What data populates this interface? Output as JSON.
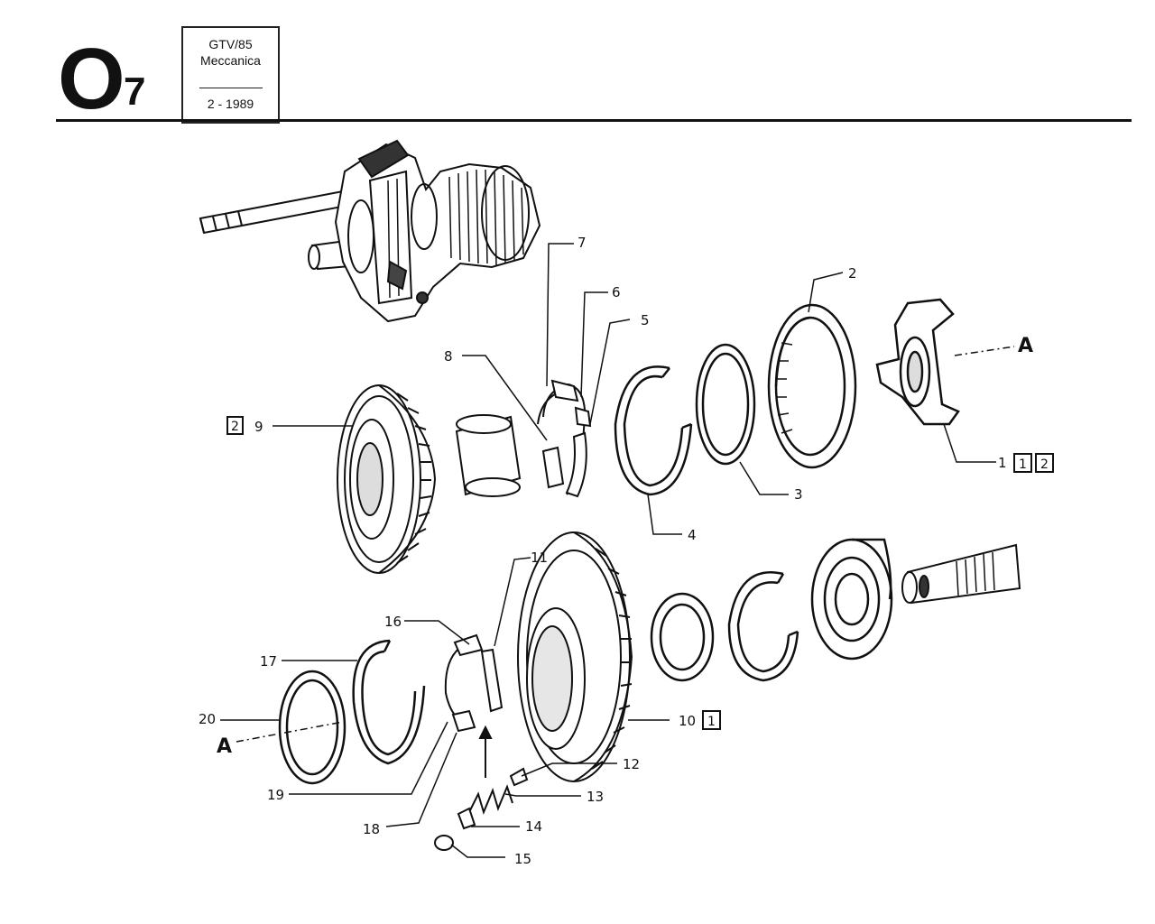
{
  "header": {
    "section_letter": "O",
    "section_number": "7",
    "model": "GTV/85",
    "section": "Meccanica",
    "date": "2 - 1989"
  },
  "callouts": {
    "n1": "1",
    "n2": "2",
    "n3": "3",
    "n4": "4",
    "n5": "5",
    "n6": "6",
    "n7": "7",
    "n8": "8",
    "n9": "9",
    "n10": "10",
    "n11": "11",
    "n12": "12",
    "n13": "13",
    "n14": "14",
    "n15": "15",
    "n16": "16",
    "n17": "17",
    "n18": "18",
    "n19": "19",
    "n20": "20"
  },
  "boxed_notes": {
    "b1": "1",
    "b2": "2"
  },
  "axis_marker": "A"
}
